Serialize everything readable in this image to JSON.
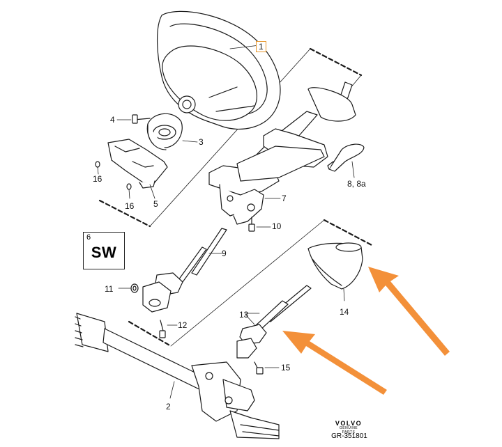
{
  "labels": {
    "l1": "1",
    "l2": "2",
    "l3": "3",
    "l4": "4",
    "l5": "5",
    "l6": "6",
    "l7": "7",
    "l8": "8, 8a",
    "l9": "9",
    "l10": "10",
    "l11": "11",
    "l12": "12",
    "l13": "13",
    "l14": "14",
    "l15": "15",
    "l16a": "16",
    "l16b": "16"
  },
  "sw_box": {
    "number": "6",
    "text": "SW"
  },
  "brand": {
    "name": "VOLVO",
    "tagline": "GENUINE PARTS",
    "reference": "GR-351801"
  },
  "colors": {
    "line": "#1a1a1a",
    "highlight_box": "#e8962a",
    "arrow": "#f28a2e"
  }
}
